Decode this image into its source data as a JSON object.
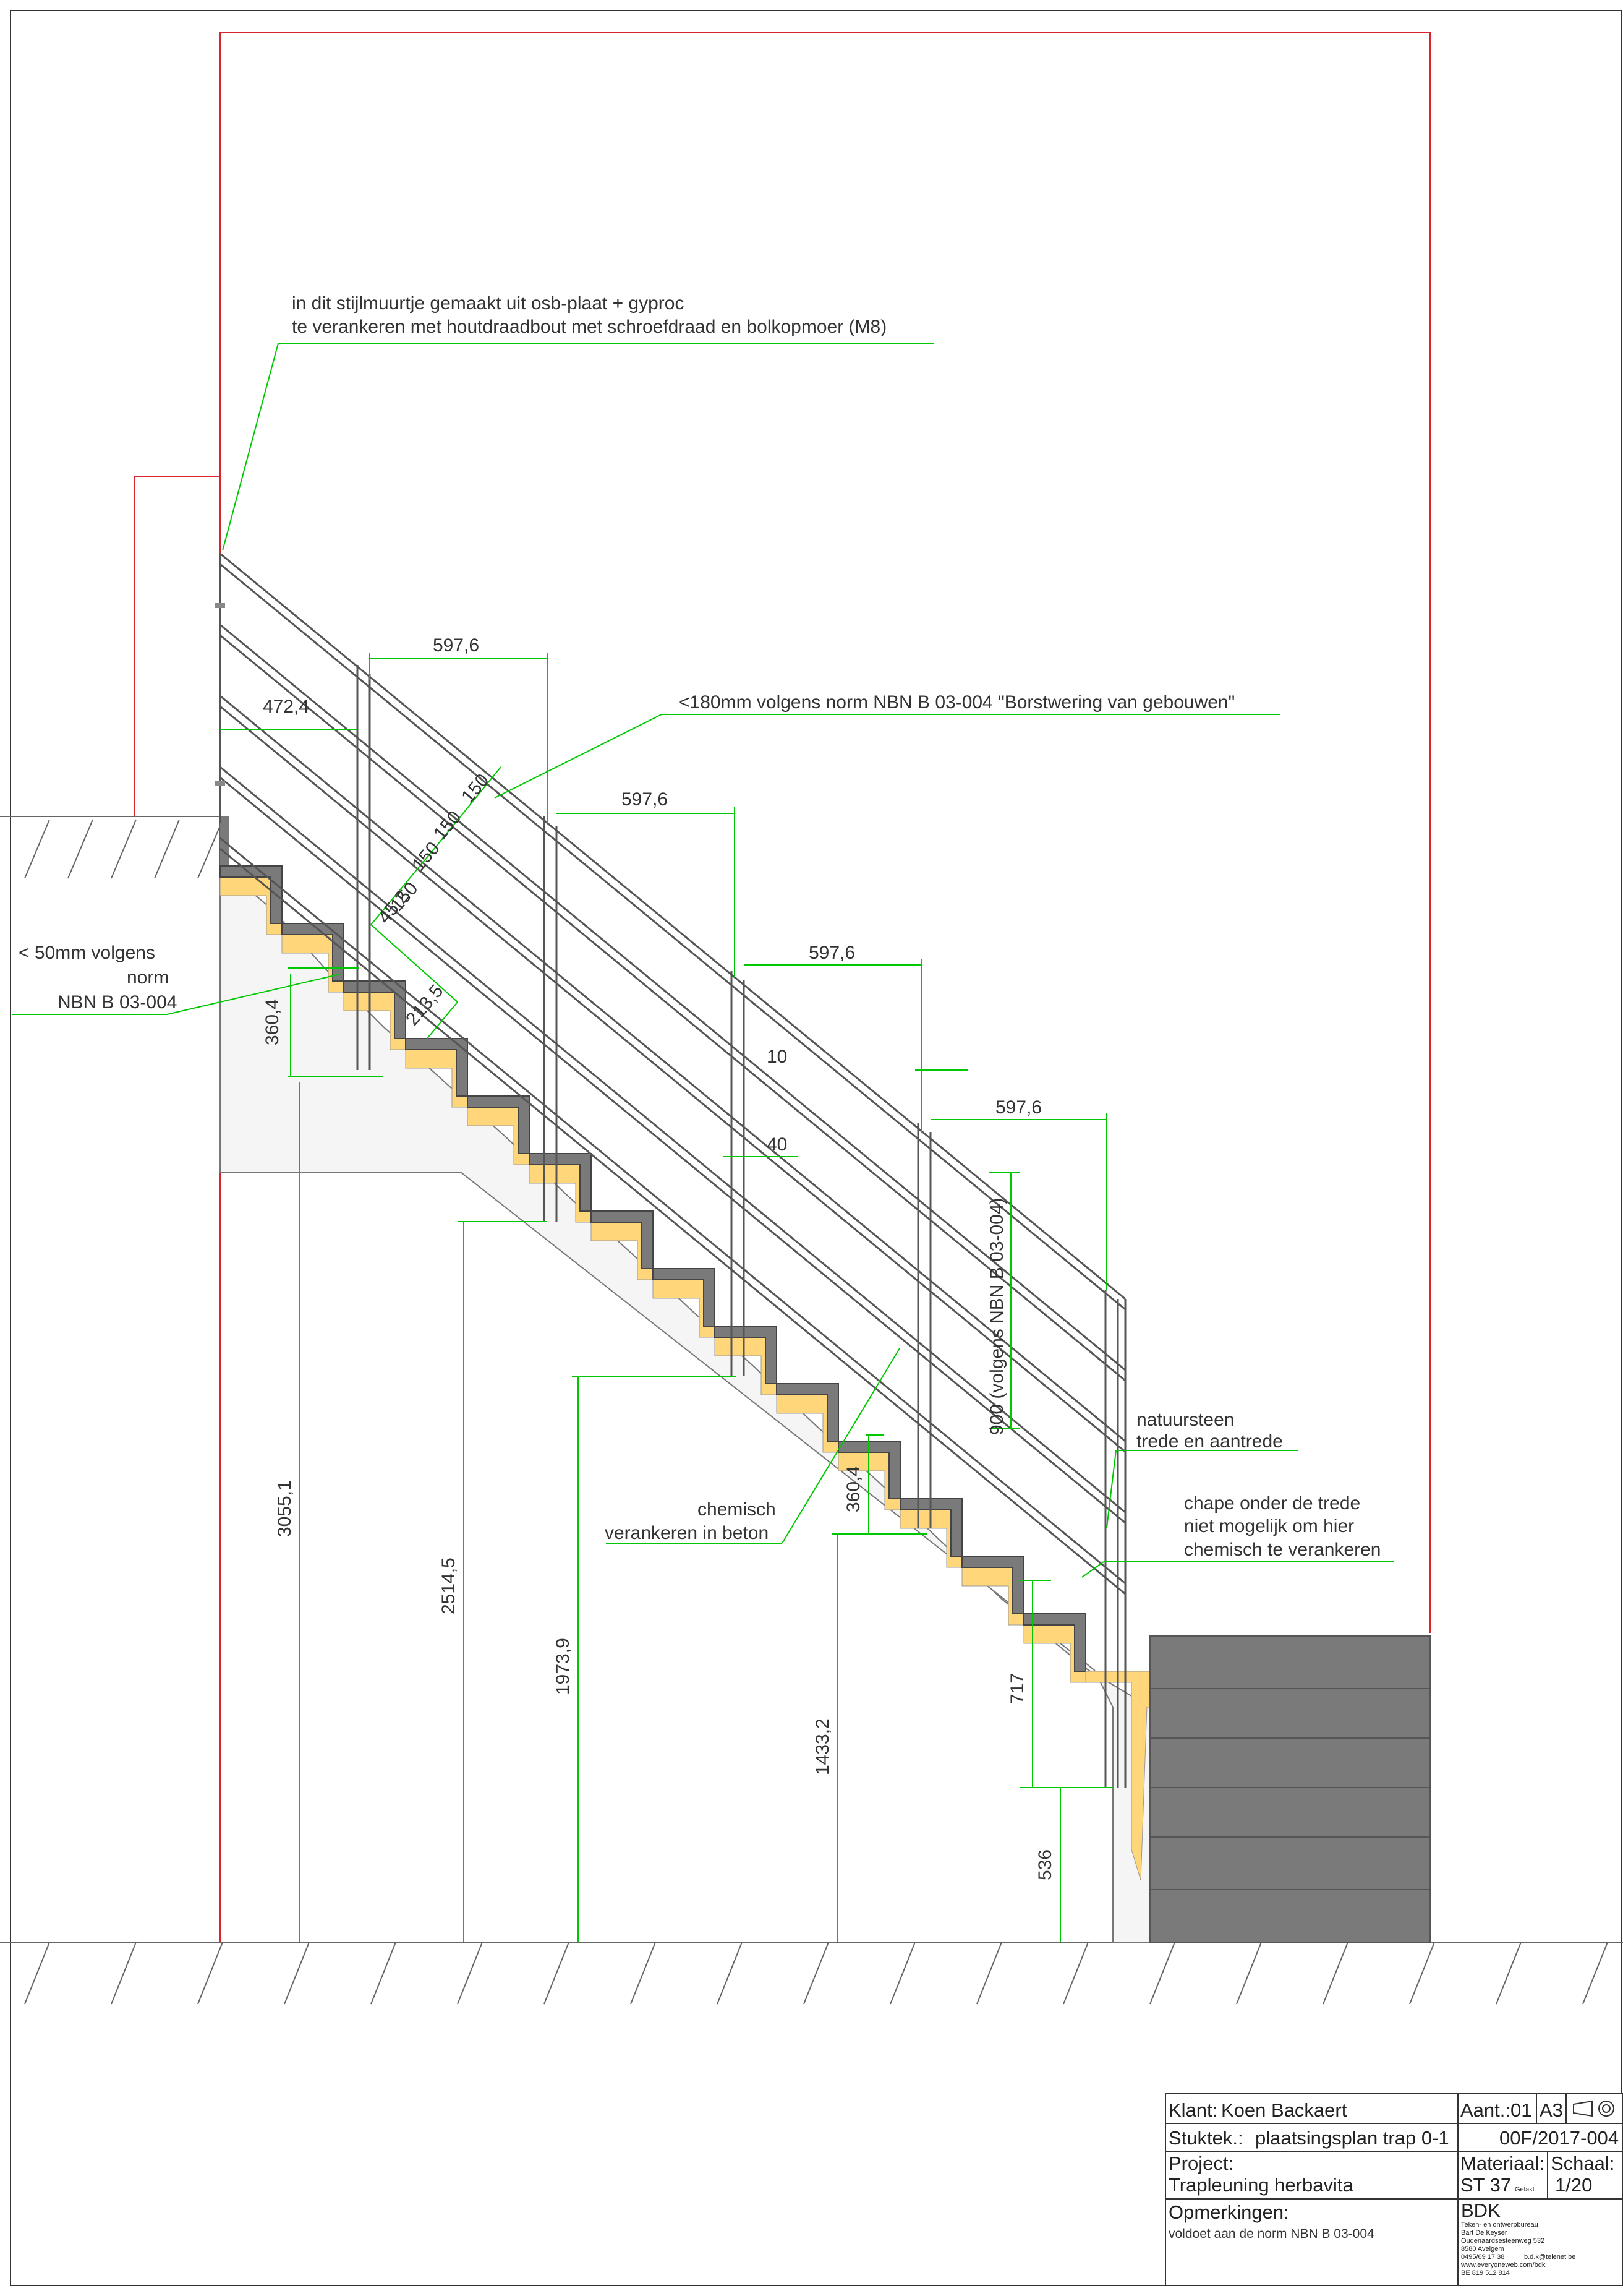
{
  "annotations": {
    "wall_anchor_line1": "in dit stijlmuurtje gemaakt uit osb-plaat + gyproc",
    "wall_anchor_line2": "te verankeren met houtdraadbout met schroefdraad en bolkopmoer (M8)",
    "baluster_norm": "<180mm volgens norm NBN B 03-004 \"Borstwering van gebouwen\"",
    "gap_norm_line1": "< 50mm volgens",
    "gap_norm_line2": "norm",
    "gap_norm_line3": "NBN B 03-004",
    "stone_line1": "natuursteen",
    "stone_line2": "trede en aantrede",
    "chape_line1": "chape onder de trede",
    "chape_line2": "niet mogelijk om hier",
    "chape_line3": "chemisch te verankeren",
    "chem_line1": "chemisch",
    "chem_line2": "verankeren in beton"
  },
  "dimensions": {
    "post_spacing_1": "597,6",
    "post_spacing_2": "597,6",
    "post_spacing_3": "597,6",
    "post_spacing_4": "597,6",
    "wall_to_post": "472,4",
    "rail_gap_1": "150",
    "rail_gap_2": "150",
    "rail_gap_3": "150",
    "rail_gap_4": "150",
    "rail_gap_5": "45,2",
    "nose_to_rail": "213,5",
    "plate_w": "10",
    "post_w": "40",
    "rail_height": "900 (volgens NBN B 03-004)",
    "post_len_upper": "360,4",
    "post_len_lower": "360,4",
    "h_3055": "3055,1",
    "h_2514": "2514,5",
    "h_1973": "1973,9",
    "h_1433": "1433,2",
    "h_717": "717",
    "h_536": "536"
  },
  "title_block": {
    "klant_label": "Klant:",
    "klant_value": "Koen Backaert",
    "aant": "Aant.:01",
    "format": "A3",
    "stuktek_label": "Stuktek.:",
    "stuktek_value": "plaatsingsplan trap 0-1",
    "ref": "00F/2017-004",
    "project_label": "Project:",
    "project_value": "Trapleuning herbavita",
    "materiaal_label": "Materiaal:",
    "materiaal_value": "ST 37",
    "materiaal_note": "Gelakt",
    "schaal_label": "Schaal:",
    "schaal_value": "1/20",
    "opm_label": "Opmerkingen:",
    "opm_value": "voldoet  aan de norm NBN B 03-004",
    "company": "BDK",
    "company_l1": "Teken- en ontwerpbureau",
    "company_l2": "Bart De Keyser",
    "company_l3": "Oudenaardsesteenweg 532",
    "company_l4": "8580 Avelgem",
    "company_l5": "0495/69 17 38",
    "company_l6": "b.d.k@telenet.be",
    "company_l7": "www.everyoneweb.com/bdk",
    "company_l8": "BE 819 512 814"
  },
  "colors": {
    "wall": "#d9232d",
    "dim": "#00c800",
    "stone": "#7a7a7a",
    "chape": "#ffd77a",
    "concrete": "#f3f3f3",
    "rail": "#555555",
    "block": "#7a7a7a"
  }
}
